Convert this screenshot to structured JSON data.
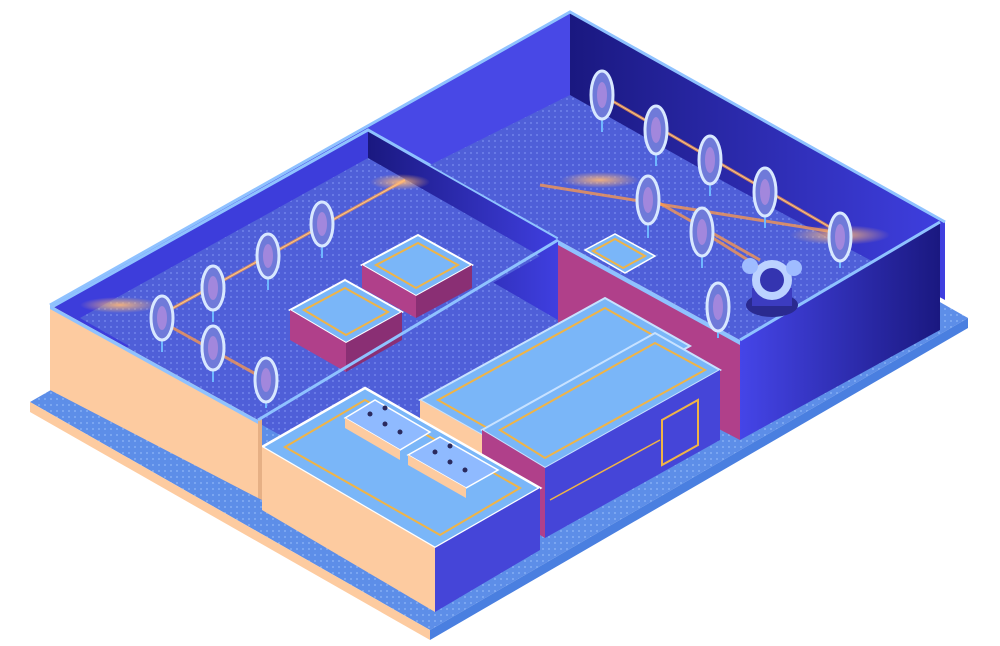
{
  "colors": {
    "wall_inner": "#3a3ad0",
    "wall_side_dark": "#1c1a8c",
    "wall_outer_peach": "#fdcba0",
    "floor_dotted": "#5c6be0",
    "base_plate": "#6aa5ee",
    "magenta": "#b0408a",
    "accent_blue": "#7ab6f8",
    "outline": "#8fc2ff",
    "laser": "#ff9a4a",
    "gold": "#f0b446"
  },
  "icons": {
    "mirror": "optical-mirror-icon",
    "chip": "microchip-icon",
    "laser": "laser-beam-icon",
    "detector": "photodetector-icon"
  },
  "rooms": [
    {
      "id": "left-optics-room"
    },
    {
      "id": "right-optics-room"
    },
    {
      "id": "front-electronics-bay"
    }
  ]
}
